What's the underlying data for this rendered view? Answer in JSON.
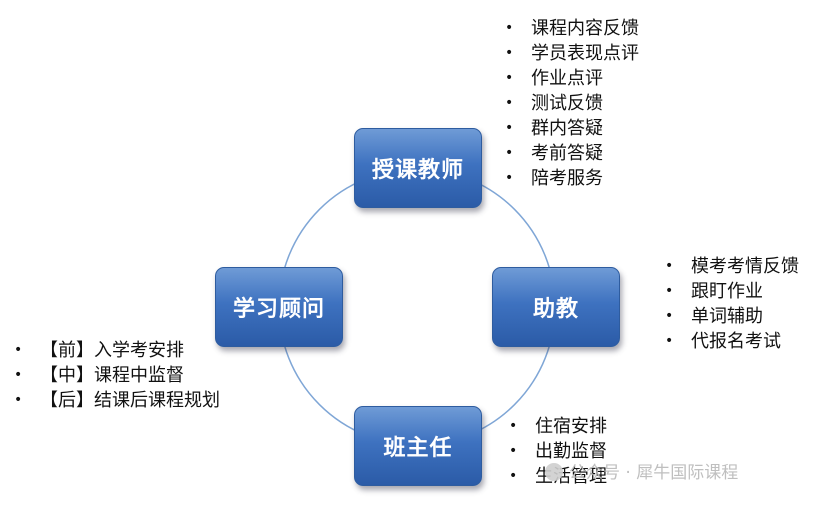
{
  "nodes": {
    "teacher": "授课教师",
    "assistant": "助教",
    "head_teacher": "班主任",
    "advisor": "学习顾问"
  },
  "lists": {
    "teacher": [
      "课程内容反馈",
      "学员表现点评",
      "作业点评",
      "测试反馈",
      "群内答疑",
      "考前答疑",
      "陪考服务"
    ],
    "assistant": [
      "模考考情反馈",
      "跟盯作业",
      "单词辅助",
      "代报名考试"
    ],
    "head_teacher": [
      "住宿安排",
      "出勤监督",
      "生活管理"
    ],
    "advisor": [
      "【前】入学考安排",
      "【中】课程中监督",
      "【后】结课后课程规划"
    ]
  },
  "watermark": "公众号 · 犀牛国际课程",
  "colors": {
    "node_fill": "#3e72c0",
    "ring_stroke": "#7fa6d6"
  }
}
